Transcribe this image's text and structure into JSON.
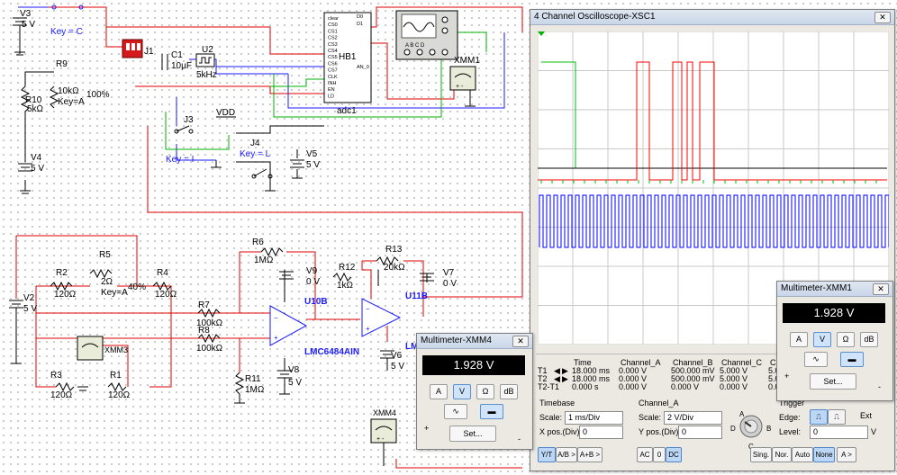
{
  "schematic": {
    "labels": {
      "v3": "V3",
      "v3_value": "5 V",
      "key_c": "Key = C",
      "j1": "J1",
      "c1": "C1",
      "c1_value": "10µF",
      "u2": "U2",
      "u2_value": "5kHz",
      "r9": "R9",
      "r10": "R10",
      "r10_value": "5kΩ",
      "r9_value": "10kΩ",
      "r9_key": "Key=A",
      "r9_pct": "100%",
      "v4": "V4",
      "v4_value": "5 V",
      "j3": "J3",
      "vdd": "VDD",
      "key_i": "Key = I",
      "j4": "J4",
      "key_l": "Key = L",
      "v5": "V5",
      "v5_value": "5 V",
      "hb1": "HB1",
      "adc1": "adc1",
      "xmm1": "XMM1",
      "adc_pins_left": [
        "clear",
        "CS0",
        "CS1",
        "CS2",
        "CS3",
        "CS4",
        "CS5",
        "CS6",
        "CS7",
        "CLK",
        "INH",
        "EN",
        "LD"
      ],
      "adc_pins_right": [
        "D0",
        "D1",
        "AN_0"
      ],
      "r5": "R5",
      "r5_value": "2Ω",
      "r5_key": "Key=A",
      "r5_pct": "40%",
      "r2": "R2",
      "r2_value": "120Ω",
      "r4": "R4",
      "r4_value": "120Ω",
      "v2": "V2",
      "v2_value": "5 V",
      "r6": "R6",
      "r6_value": "1MΩ",
      "v9": "V9",
      "v9_value": "0 V",
      "r12": "R12",
      "r12_value": "1kΩ",
      "r13": "R13",
      "r13_value": "20kΩ",
      "v7": "V7",
      "v7_value": "0 V",
      "r7": "R7",
      "r7_value": "100kΩ",
      "r8": "R8",
      "r8_value": "100kΩ",
      "u10b": "U10B",
      "u11b": "U11B",
      "lmc": "LMC6484AIN",
      "lm": "LM",
      "xmm3": "XMM3",
      "r3": "R3",
      "r3_value": "120Ω",
      "r1": "R1",
      "r1_value": "120Ω",
      "r11": "R11",
      "r11_value": "1MΩ",
      "v8": "V8",
      "v8_value": "5 V",
      "v6": "V6",
      "v6_value": "5 V",
      "xmm4": "XMM4"
    }
  },
  "oscilloscope": {
    "title": "4 Channel Oscilloscope-XSC1",
    "colors": {
      "channel_a": "#000000",
      "channel_b": "#ff0000",
      "channel_c": "#00c000",
      "channel_d": "#0000ff"
    },
    "headers": [
      "Time",
      "Channel_A",
      "Channel_B",
      "Channel_C",
      "Channel_D"
    ],
    "rows": [
      {
        "label": "T1",
        "values": [
          "18.000 ms",
          "0.000 V",
          "500.000 mV",
          "5.000 V",
          "5.0"
        ]
      },
      {
        "label": "T2",
        "values": [
          "18.000 ms",
          "0.000 V",
          "500.000 mV",
          "5.000 V",
          "5.0"
        ]
      },
      {
        "label": "T2-T1",
        "values": [
          "0.000 s",
          "0.000 V",
          "0.000 V",
          "0.000 V",
          "0.0"
        ]
      }
    ],
    "timebase": {
      "label": "Timebase",
      "scale_label": "Scale:",
      "scale_value": "1 ms/Div",
      "xpos_label": "X pos.(Div):",
      "xpos_value": "0"
    },
    "channel": {
      "label": "Channel_A",
      "scale_label": "Scale:",
      "scale_value": "2  V/Div",
      "ypos_label": "Y pos.(Div):",
      "ypos_value": "0"
    },
    "trigger": {
      "label": "Trigger",
      "edge_label": "Edge:",
      "level_label": "Level:",
      "level_value": "0",
      "level_unit": "V",
      "ext_label": "Ext"
    },
    "knob_letters": [
      "A",
      "B",
      "C",
      "D"
    ],
    "mode_buttons": [
      "Y/T",
      "A/B >",
      "A+B >"
    ],
    "coupling_buttons": [
      "AC",
      "0",
      "DC"
    ],
    "trigger_buttons": [
      "Sing.",
      "Nor.",
      "Auto",
      "None",
      "A >"
    ]
  },
  "multimeter_xmm1": {
    "title": "Multimeter-XMM1",
    "reading": "1.928 V",
    "buttons": [
      "A",
      "V",
      "Ω",
      "dB"
    ],
    "set_label": "Set...",
    "plus": "+",
    "minus": "-"
  },
  "multimeter_xmm4": {
    "title": "Multimeter-XMM4",
    "reading": "1.928 V",
    "buttons": [
      "A",
      "V",
      "Ω",
      "dB"
    ],
    "set_label": "Set...",
    "plus": "+",
    "minus": "-"
  }
}
